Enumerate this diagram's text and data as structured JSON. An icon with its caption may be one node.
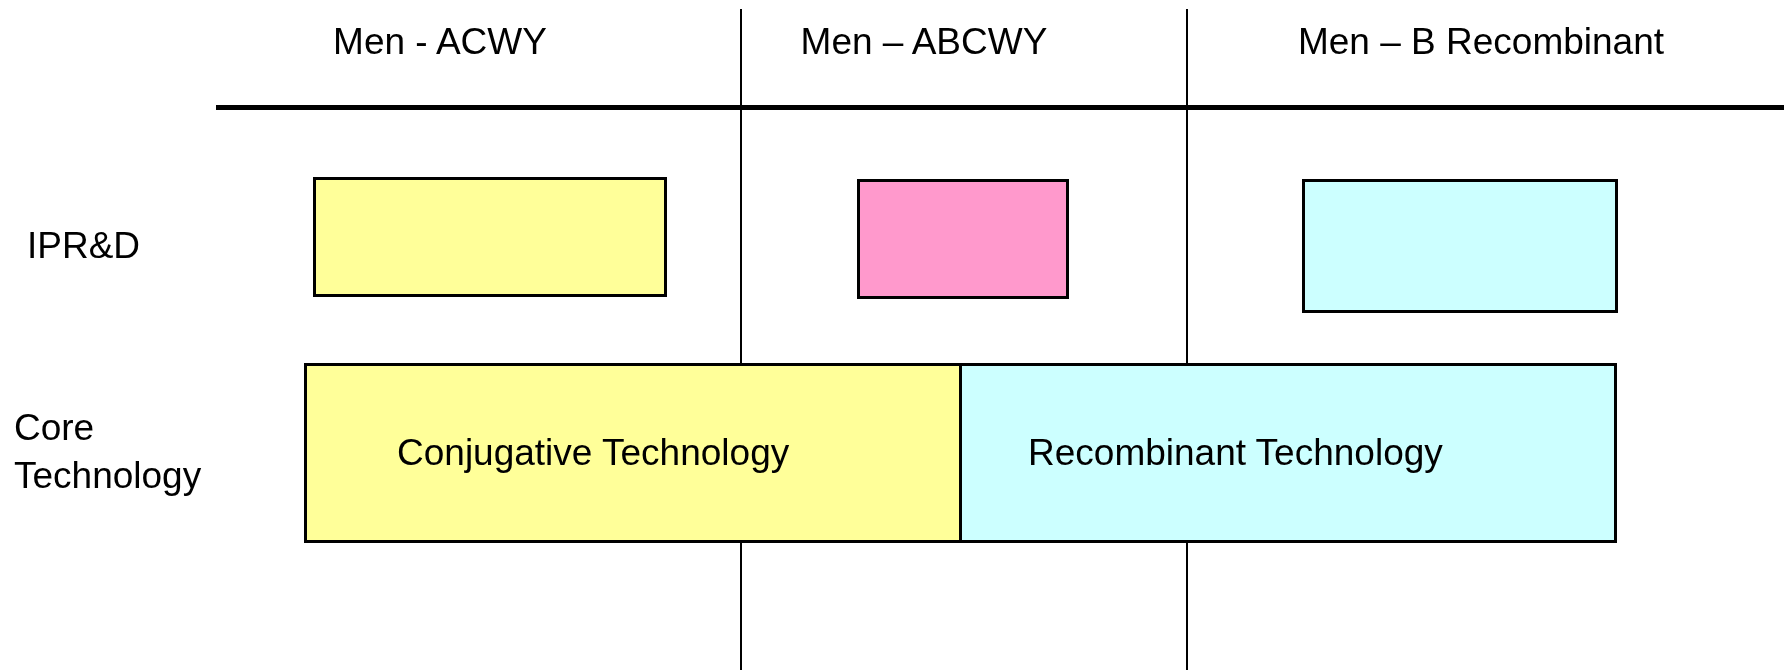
{
  "diagram": {
    "nodes": [
      {
        "text": [],
        "shape": "box"
      },
      {
        "text": [],
        "shape": "box"
      },
      {
        "text": [],
        "shape": "box"
      },
      {
        "text": [
          "Conjugative Technology"
        ]
      },
      {
        "text": [
          "Recombinant Technology"
        ]
      }
    ],
    "labels": [
      "Men - ACWY",
      "Men – ABCWY",
      "Men – B Recombinant",
      "IPR&D",
      "Core Technology"
    ]
  }
}
